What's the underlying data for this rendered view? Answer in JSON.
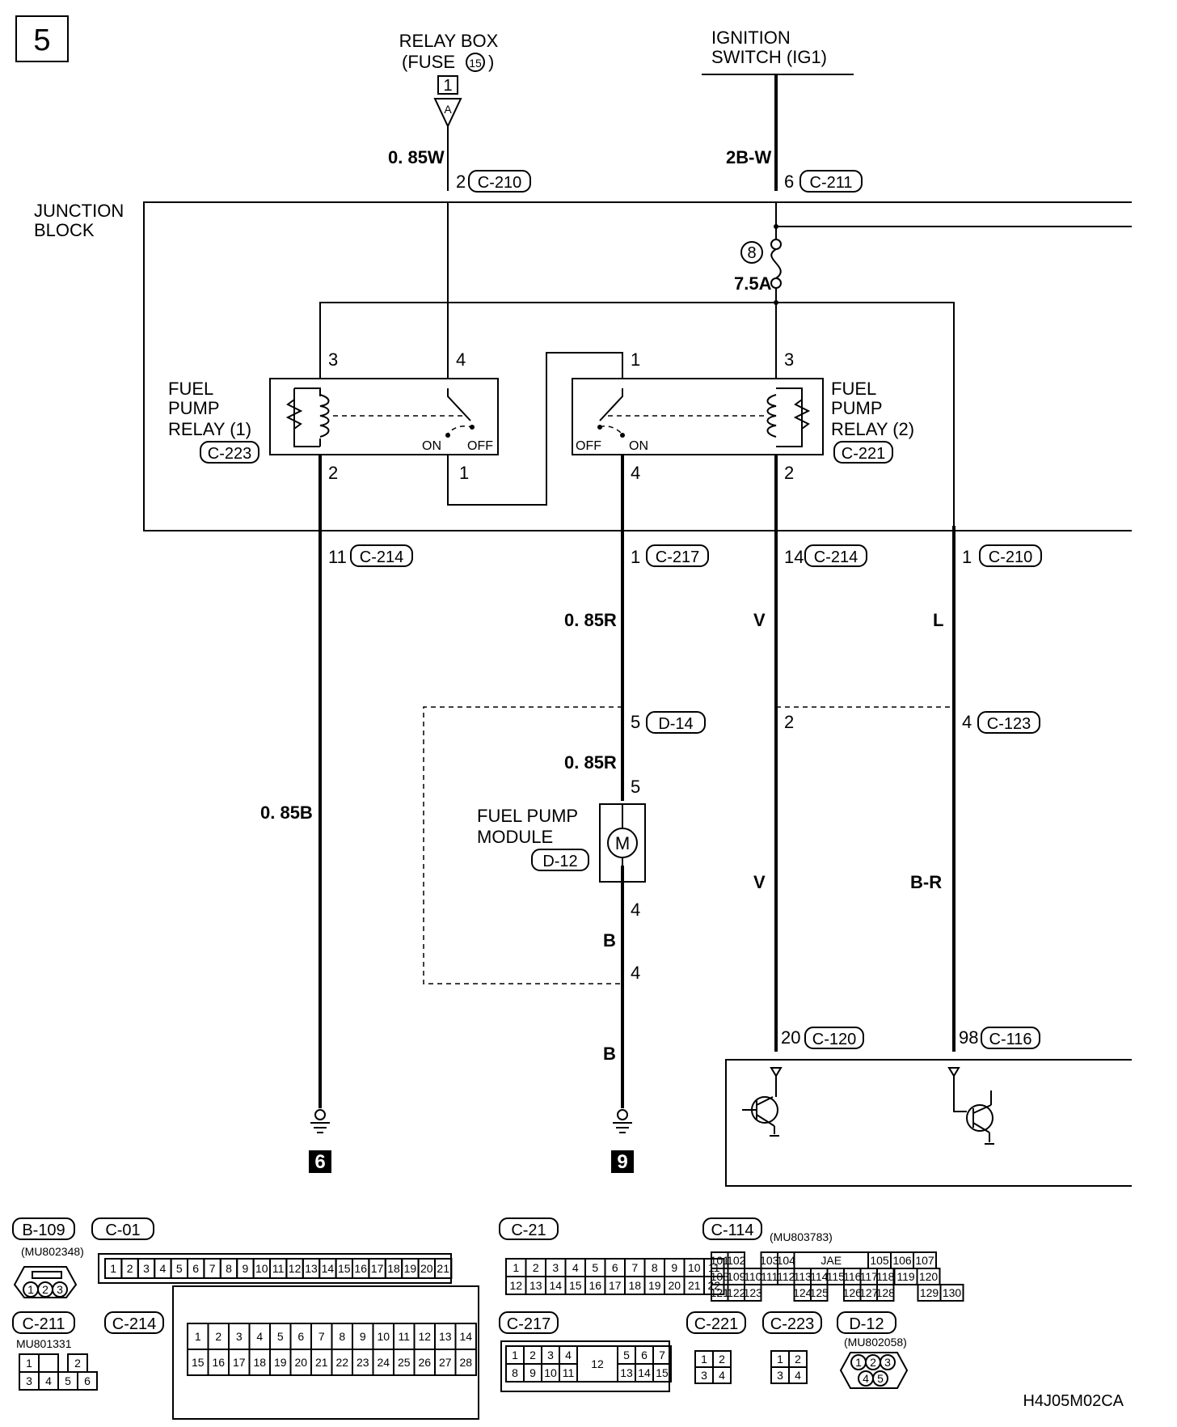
{
  "page_number": "5",
  "sources": {
    "relay_box_line1": "RELAY BOX",
    "relay_box_line2": "(FUSE",
    "relay_box_fuse_no": "15",
    "relay_box_close": ")",
    "relay_box_terminal": "1",
    "relay_box_letter": "A",
    "ignition_line1": "IGNITION",
    "ignition_line2": "SWITCH (IG1)"
  },
  "junction_block": {
    "line1": "JUNCTION",
    "line2": "BLOCK"
  },
  "fuse": {
    "number": "8",
    "rating": "7.5A"
  },
  "relay1": {
    "line1": "FUEL",
    "line2": "PUMP",
    "line3": "RELAY (1)",
    "connector": "C-223",
    "pin_top_left": "3",
    "pin_top_right": "4",
    "pin_bottom_left": "2",
    "pin_bottom_right": "1",
    "on": "ON",
    "off": "OFF"
  },
  "relay2": {
    "line1": "FUEL",
    "line2": "PUMP",
    "line3": "RELAY (2)",
    "connector": "C-221",
    "pin_top_left": "1",
    "pin_top_right": "3",
    "pin_bottom_left": "4",
    "pin_bottom_right": "2",
    "on": "ON",
    "off": "OFF"
  },
  "wires": {
    "w_relaybox": {
      "color": "0. 85W",
      "pin": "2",
      "connector": "C-210"
    },
    "w_ignition": {
      "color": "2B-W",
      "pin": "6",
      "connector": "C-211"
    },
    "w1": {
      "pin": "11",
      "connector": "C-214",
      "color": "0. 85B",
      "ground": "6"
    },
    "w2": {
      "pin": "1",
      "connector": "C-217",
      "color": "0. 85R",
      "pin2": "5",
      "connector2": "D-14",
      "color2": "0. 85R",
      "pump_pin_top": "5",
      "pump_pin_bottom": "4",
      "color3": "B",
      "pin3": "4",
      "color4": "B",
      "ground": "9"
    },
    "w3": {
      "pin": "14",
      "connector": "C-214",
      "color": "V",
      "pin2": "2",
      "color2": "V",
      "pin3": "20",
      "connector3": "C-120"
    },
    "w4": {
      "pin": "1",
      "connector": "C-210",
      "color": "L",
      "pin2": "4",
      "connector2": "C-123",
      "color2": "B-R",
      "pin3": "98",
      "connector3": "C-116"
    }
  },
  "pump_module": {
    "line1": "FUEL PUMP",
    "line2": "MODULE",
    "connector": "D-12",
    "symbol": "M"
  },
  "connectors": {
    "b109": {
      "name": "B-109",
      "part": "(MU802348)",
      "pins": [
        "1",
        "2",
        "3"
      ]
    },
    "c01": {
      "name": "C-01",
      "pins": [
        "1",
        "2",
        "3",
        "4",
        "5",
        "6",
        "7",
        "8",
        "9",
        "10",
        "11",
        "12",
        "13",
        "14",
        "15",
        "16",
        "17",
        "18",
        "19",
        "20",
        "21"
      ]
    },
    "c21": {
      "name": "C-21",
      "row1": [
        "1",
        "2",
        "3",
        "4",
        "5",
        "6",
        "7",
        "8",
        "9",
        "10",
        "11"
      ],
      "row2": [
        "12",
        "13",
        "14",
        "15",
        "16",
        "17",
        "18",
        "19",
        "20",
        "21",
        "22"
      ]
    },
    "c114": {
      "name": "C-114",
      "part": "(MU803783)",
      "mid": "JAE",
      "row1": [
        "101",
        "102",
        "103",
        "104",
        "105",
        "106",
        "107"
      ],
      "row2": [
        "108",
        "109",
        "110",
        "111",
        "112",
        "113",
        "114",
        "115",
        "116",
        "117",
        "118",
        "119",
        "120"
      ],
      "row3": [
        "121",
        "122",
        "123",
        "124",
        "125",
        "126",
        "127",
        "128",
        "129",
        "130"
      ]
    },
    "c211": {
      "name": "C-211",
      "part": "MU801331",
      "row1": [
        "1",
        "2"
      ],
      "row2": [
        "3",
        "4",
        "5",
        "6"
      ]
    },
    "c214": {
      "name": "C-214",
      "row1": [
        "1",
        "2",
        "3",
        "4",
        "5",
        "6",
        "7",
        "8",
        "9",
        "10",
        "11",
        "12",
        "13",
        "14"
      ],
      "row2": [
        "15",
        "16",
        "17",
        "18",
        "19",
        "20",
        "21",
        "22",
        "23",
        "24",
        "25",
        "26",
        "27",
        "28"
      ]
    },
    "c217": {
      "name": "C-217",
      "row1": [
        "1",
        "2",
        "3",
        "4",
        "5",
        "6",
        "7"
      ],
      "row2": [
        "8",
        "9",
        "10",
        "11",
        "12",
        "13",
        "14",
        "15"
      ]
    },
    "c221": {
      "name": "C-221",
      "pins": [
        "1",
        "2",
        "3",
        "4"
      ]
    },
    "c223": {
      "name": "C-223",
      "pins": [
        "1",
        "2",
        "3",
        "4"
      ]
    },
    "d12": {
      "name": "D-12",
      "part": "(MU802058)",
      "row1": [
        "1",
        "2",
        "3"
      ],
      "row2": [
        "4",
        "5"
      ]
    }
  },
  "drawing_code": "H4J05M02CA"
}
